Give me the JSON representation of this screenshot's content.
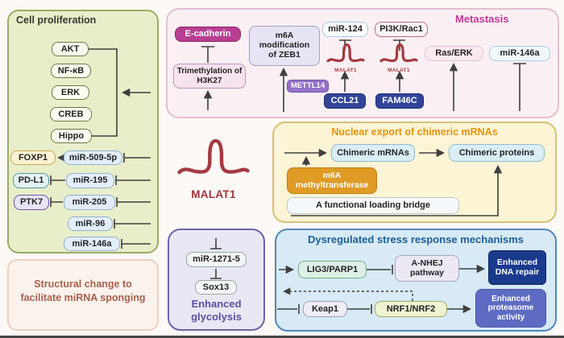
{
  "malat1": {
    "label": "MALAT1"
  },
  "proliferation": {
    "title": "Cell proliferation",
    "pathways": [
      "AKT",
      "NF-κB",
      "ERK",
      "CREB",
      "Hippo"
    ],
    "targets": [
      "FOXP1",
      "PD-L1",
      "PTK7"
    ],
    "mirnas": [
      "miR-509-5p",
      "miR-195",
      "miR-205",
      "miR-96",
      "miR-146a"
    ]
  },
  "structural": {
    "text": "Structural change to facilitate miRNA sponging"
  },
  "metastasis": {
    "title": "Metastasis",
    "e_cadherin": "E-cadherin",
    "trimethylation": "Trimethylation of H3K27",
    "m6a_zeb1": "m6A modification of ZEB1",
    "mettl14": "METTL14",
    "mir124": "miR-124",
    "ccl21": "CCL21",
    "pi3k_rac1": "PI3K/Rac1",
    "fam46c": "FAM46C",
    "ras_erk": "Ras/ERK",
    "mir146a": "miR-146a"
  },
  "nuclear_export": {
    "title": "Nuclear export of chimeric mRNAs",
    "chimeric_mrnas": "Chimeric mRNAs",
    "chimeric_proteins": "Chimeric proteins",
    "m6a_methyltransferase": "m6A methyltransferase",
    "loading_bridge": "A functional loading bridge"
  },
  "glycolysis": {
    "mir1271": "miR-1271-5",
    "sox13": "Sox13",
    "caption": "Enhanced glycolysis"
  },
  "stress": {
    "title": "Dysregulated stress response mechanisms",
    "lig3_parp1": "LIG3/PARP1",
    "anhej": "A-NHEJ pathway",
    "dna_repair": "Enhanced DNA repair",
    "keap1": "Keap1",
    "nrf": "NRF1/NRF2",
    "proteasome": "Enhanced proteasome activity"
  },
  "colors": {
    "malat1_red": "#a43a40",
    "proliferation_bg": "#e9eeca",
    "metastasis_title": "#c23a98",
    "e_cadherin_bg": "#b83e92",
    "navy_box": "#32449a",
    "mettl14_purple": "#9372c8",
    "nuclear_title_orange": "#e8940e",
    "m6a_methyltransferase_bg": "#df9b26",
    "stress_title_blue": "#1d5e99",
    "dna_repair_navy": "#1a3a8c",
    "proteasome_blue": "#5d6cc2",
    "glycolysis_purple": "#5b50a4",
    "structural_text": "#a8604e"
  }
}
